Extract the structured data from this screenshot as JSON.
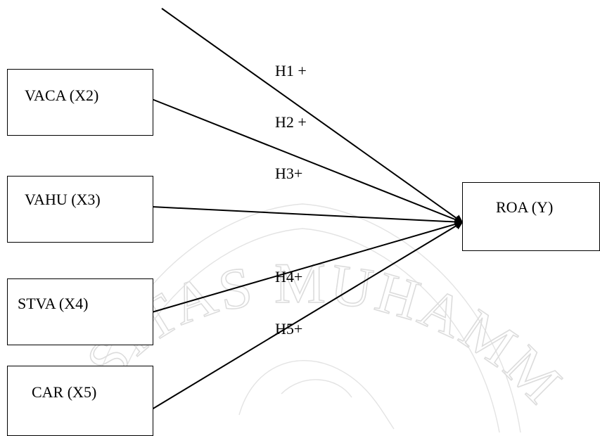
{
  "diagram": {
    "nodes": [
      {
        "id": "x2",
        "label": "VACA (X2)"
      },
      {
        "id": "x3",
        "label": "VAHU (X3)"
      },
      {
        "id": "x4",
        "label": "STVA (X4)"
      },
      {
        "id": "x5",
        "label": "CAR (X5)"
      },
      {
        "id": "y",
        "label": "ROA (Y)"
      }
    ],
    "hypotheses": [
      {
        "id": "h1",
        "label": "H1 +",
        "from": "x1",
        "to": "y"
      },
      {
        "id": "h2",
        "label": "H2 +",
        "from": "x2",
        "to": "y"
      },
      {
        "id": "h3",
        "label": "H3+",
        "from": "x3",
        "to": "y"
      },
      {
        "id": "h4",
        "label": "H4+",
        "from": "x4",
        "to": "y"
      },
      {
        "id": "h5",
        "label": "H5+",
        "from": "x5",
        "to": "y"
      }
    ]
  },
  "watermark": {
    "text": "SITAS MUHAMM"
  }
}
